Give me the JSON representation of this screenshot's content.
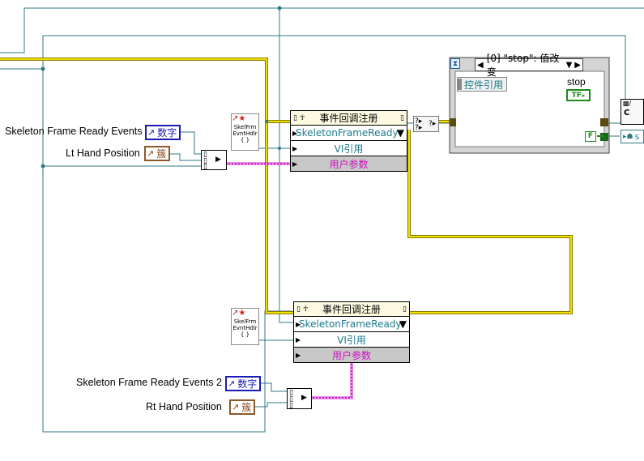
{
  "controls": {
    "skeleton_events_1": {
      "label": "Skeleton Frame Ready Events",
      "type": "数字"
    },
    "lt_hand": {
      "label": "Lt Hand Position",
      "type": "簇"
    },
    "skeleton_events_2": {
      "label": "Skeleton Frame Ready Events 2",
      "type": "数字"
    },
    "rt_hand": {
      "label": "Rt Hand Position",
      "type": "簇"
    }
  },
  "callback_vi": {
    "lines": [
      "SkelFrm",
      "EvntHdlr",
      "{ }"
    ]
  },
  "node1": {
    "title": "事件回调注册",
    "event": "SkeletonFrameReady",
    "vi_ref": "VI引用",
    "user_param": "用户参数"
  },
  "node2": {
    "title": "事件回调注册",
    "event": "SkeletonFrameReady",
    "vi_ref": "VI引用",
    "user_param": "用户参数"
  },
  "event_structure": {
    "case_label": "[0] \"stop\": 值改变",
    "ctl_ref": "控件引用",
    "stop_label": "stop",
    "stop_bool": "TF",
    "false_const": "F"
  },
  "right_edge": {
    "top": "C",
    "bottom": "s"
  },
  "colors": {
    "refnum_wire": "#2f7a84",
    "event_wire": "#e8d800",
    "cluster_wire": "#cc22cc",
    "numeric": "#1a1ab4",
    "cluster": "#8a4a1a",
    "boolean": "#1a8a1a"
  }
}
